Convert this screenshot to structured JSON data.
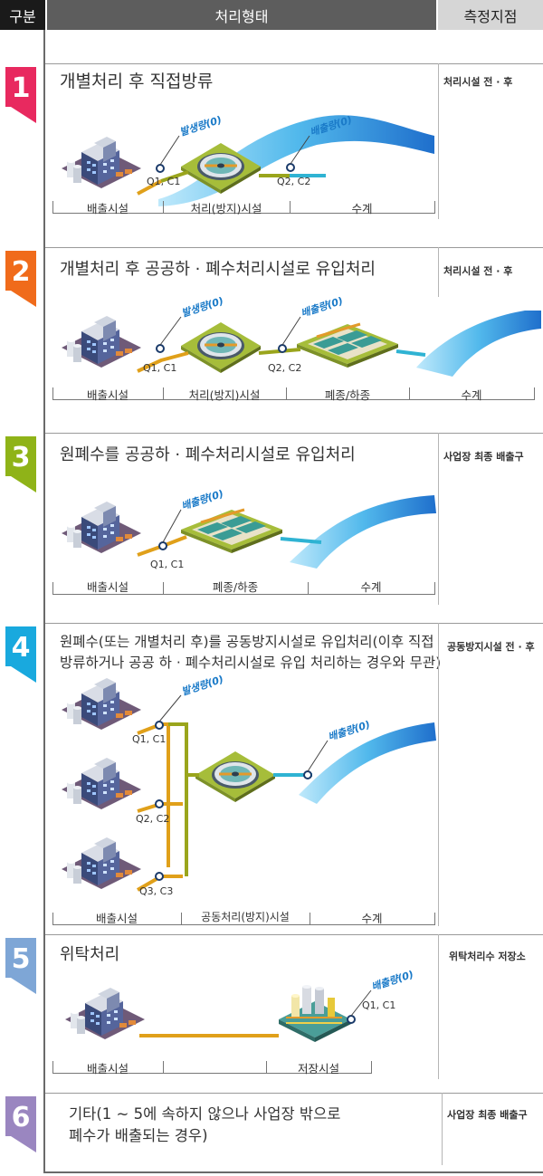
{
  "header": {
    "category": "구분",
    "treatment": "처리형태",
    "measure_point": "측정지점"
  },
  "colors": {
    "s1": "#e8295f",
    "s2": "#f06b1b",
    "s3": "#8fb318",
    "s4": "#19a9de",
    "s5": "#7ea6d6",
    "s6": "#9a86c0",
    "pipe_orange": "#e0a01a",
    "pipe_olive": "#9aa51c",
    "pipe_blue": "#2fb3d3"
  },
  "sections": [
    {
      "num": "1",
      "title": "개별처리 후 직접방류",
      "measure": "처리시설 전 · 후",
      "flow_labels": [
        "발생량(0)",
        "배출량(0)"
      ],
      "points": [
        "Q1, C1",
        "Q2, C2"
      ],
      "bottom": [
        "배출시설",
        "처리(방지)시설",
        "수계"
      ]
    },
    {
      "num": "2",
      "title": "개별처리 후 공공하 · 폐수처리시설로 유입처리",
      "measure": "처리시설 전 · 후",
      "flow_labels": [
        "발생량(0)",
        "배출량(0)"
      ],
      "points": [
        "Q1, C1",
        "Q2, C2"
      ],
      "bottom": [
        "배출시설",
        "처리(방지)시설",
        "폐종/하종",
        "수계"
      ]
    },
    {
      "num": "3",
      "title": "원폐수를 공공하 · 폐수처리시설로 유입처리",
      "measure": "사업장 최종 배출구",
      "flow_labels": [
        "배출량(0)"
      ],
      "points": [
        "Q1, C1"
      ],
      "bottom": [
        "배출시설",
        "폐종/하종",
        "수계"
      ]
    },
    {
      "num": "4",
      "title_lines": [
        "원폐수(또는 개별처리 후)를 공동방지시설로 유입처리(이후 직접",
        "방류하거나 공공 하 · 폐수처리시설로 유입 처리하는 경우와 무관)"
      ],
      "measure": "공동방지시설 전 · 후",
      "flow_labels": [
        "발생량(0)",
        "배출량(0)"
      ],
      "points": [
        "Q1, C1",
        "Q2, C2",
        "Q3, C3"
      ],
      "bottom": [
        "배출시설",
        "공동처리(방지)시설",
        "수계"
      ]
    },
    {
      "num": "5",
      "title": "위탁처리",
      "measure": "위탁처리수 저장소",
      "flow_labels": [
        "배출량(0)"
      ],
      "points": [
        "Q1, C1"
      ],
      "bottom": [
        "배출시설",
        "저장시설"
      ]
    },
    {
      "num": "6",
      "title_lines": [
        "기타(1 ~ 5에 속하지 않으나 사업장 밖으로",
        "폐수가 배출되는 경우)"
      ],
      "measure": "사업장 최종 배출구"
    }
  ]
}
